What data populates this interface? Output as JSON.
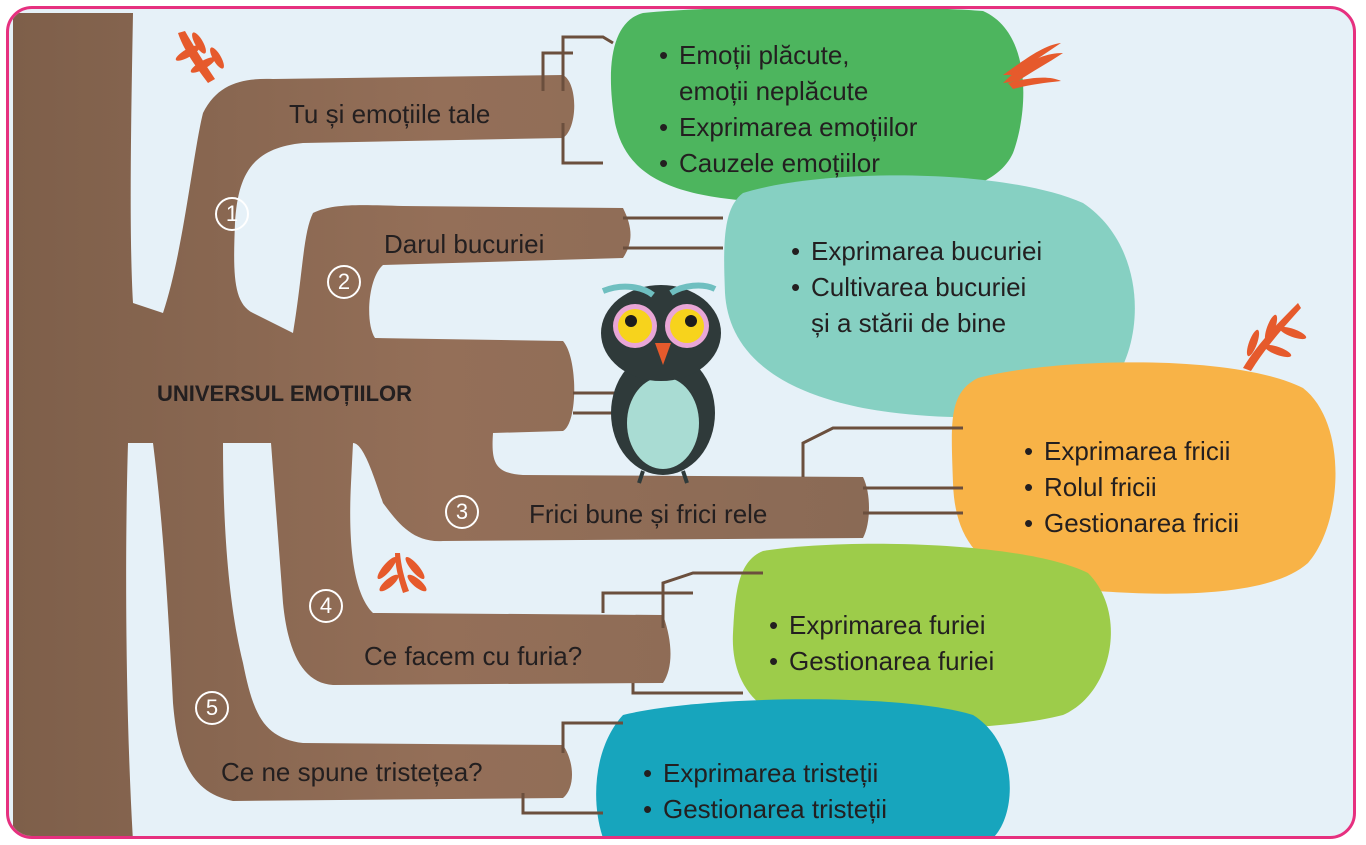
{
  "title": "UNIVERSUL EMOȚIILOR",
  "colors": {
    "border": "#e6307f",
    "background": "#e6f1f8",
    "trunk": "#8a6a55",
    "bubble1": "#4db55e",
    "bubble2": "#86d0c2",
    "bubble3": "#f8b347",
    "bubble4": "#9dcc4a",
    "bubble5": "#17a5bd",
    "leaf": "#e65a2c"
  },
  "branches": [
    {
      "number": "1",
      "label": "Tu și emoțiile tale",
      "items": [
        "Emoții plăcute,",
        "emoții neplăcute",
        "Exprimarea emoțiilor",
        "Cauzele emoțiilor"
      ]
    },
    {
      "number": "2",
      "label": "Darul bucuriei",
      "items": [
        "Exprimarea bucuriei",
        "Cultivarea bucuriei",
        "și a stării de bine"
      ]
    },
    {
      "number": "3",
      "label": "Frici bune și frici rele",
      "items": [
        "Exprimarea fricii",
        "Rolul fricii",
        "Gestionarea fricii"
      ]
    },
    {
      "number": "4",
      "label": "Ce facem cu furia?",
      "items": [
        "Exprimarea furiei",
        "Gestionarea furiei"
      ]
    },
    {
      "number": "5",
      "label": "Ce ne spune tristețea?",
      "items": [
        "Exprimarea tristeții",
        "Gestionarea tristeții"
      ]
    }
  ],
  "icons": [
    "owl-illustration",
    "leaf-icon"
  ]
}
